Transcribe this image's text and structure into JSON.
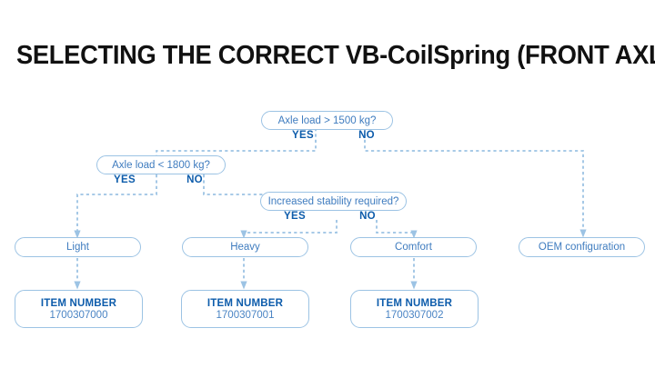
{
  "page": {
    "title": "SELECTING THE CORRECT VB-CoilSpring (FRONT AXLE)",
    "background_color": "#ffffff"
  },
  "colors": {
    "title_text": "#111111",
    "box_border": "#9cc3e4",
    "box_text": "#3f7cbf",
    "branch_label": "#0d5cab",
    "connector": "#9cc3e4",
    "item_label": "#0d5cab",
    "item_value": "#4a84c4"
  },
  "flowchart": {
    "type": "decision-tree",
    "decisions": [
      {
        "id": "axle-load-1500",
        "question": "Axle load > 1500 kg?",
        "yes_label": "YES",
        "no_label": "NO",
        "yes_target": "axle-load-1800",
        "no_target": "oem-configuration"
      },
      {
        "id": "axle-load-1800",
        "question": "Axle load < 1800 kg?",
        "yes_label": "YES",
        "no_label": "NO",
        "yes_target": "light",
        "no_target": "increased-stability"
      },
      {
        "id": "increased-stability",
        "question": "Increased stability required?",
        "yes_label": "YES",
        "no_label": "NO",
        "yes_target": "heavy",
        "no_target": "comfort"
      }
    ],
    "results": [
      {
        "id": "light",
        "label": "Light",
        "item_target": "item-1700307000"
      },
      {
        "id": "heavy",
        "label": "Heavy",
        "item_target": "item-1700307001"
      },
      {
        "id": "comfort",
        "label": "Comfort",
        "item_target": "item-1700307002"
      },
      {
        "id": "oem-configuration",
        "label": "OEM configuration",
        "item_target": null
      }
    ],
    "item_numbers": [
      {
        "id": "item-1700307000",
        "label": "ITEM NUMBER",
        "value": "1700307000"
      },
      {
        "id": "item-1700307001",
        "label": "ITEM NUMBER",
        "value": "1700307001"
      },
      {
        "id": "item-1700307002",
        "label": "ITEM NUMBER",
        "value": "1700307002"
      }
    ]
  }
}
